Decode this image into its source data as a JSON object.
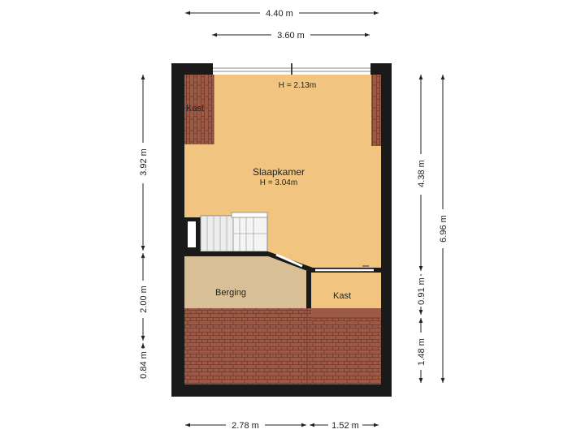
{
  "dimensions": {
    "top_outer": "4.40 m",
    "top_inner": "3.60 m",
    "left_top": "3.92 m",
    "left_mid": "2.00 m",
    "left_bottom": "0.84 m",
    "right_inner_top": "4.38 m",
    "right_inner_mid": "0.91 m",
    "right_inner_bottom": "1.48 m",
    "right_outer": "6.96 m",
    "bottom_left": "2.78 m",
    "bottom_right": "1.52 m"
  },
  "rooms": {
    "slaapkamer": {
      "name": "Slaapkamer",
      "height": "H = 3.04m"
    },
    "top_height": "H = 2.13m",
    "kast_top": "Kast",
    "berging": "Berging",
    "kast_bottom": "Kast"
  },
  "colors": {
    "wall": "#1a1a1a",
    "floor": "#f1c57f",
    "storage": "#d8bf95",
    "roof": "#9c5a46",
    "roof_line": "#6e3a2c"
  }
}
